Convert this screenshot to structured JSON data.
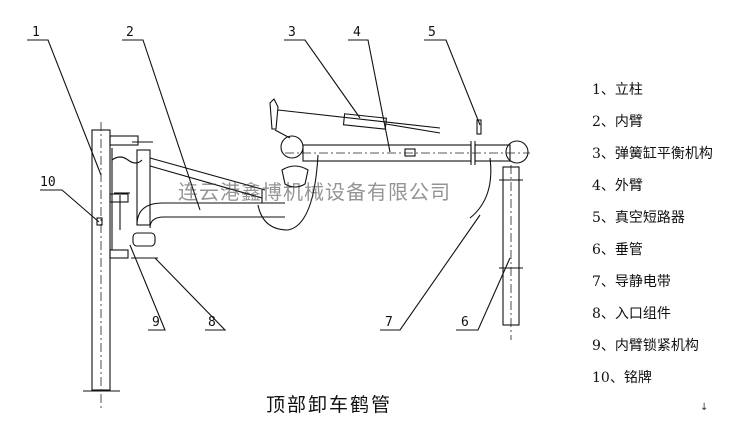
{
  "diagram": {
    "title": "顶部卸车鹤管",
    "watermark": "连云港鑫博机械设备有限公司",
    "callouts": [
      "1",
      "2",
      "3",
      "4",
      "5",
      "6",
      "7",
      "8",
      "9",
      "10"
    ],
    "legend": [
      "1、立柱",
      "2、内臂",
      "3、弹簧缸平衡机构",
      "4、外臂",
      "5、真空短路器",
      "6、垂管",
      "7、导静电带",
      "8、入口组件",
      "9、内臂锁紧机构",
      "10、铭牌"
    ],
    "corner_mark": "↓"
  }
}
